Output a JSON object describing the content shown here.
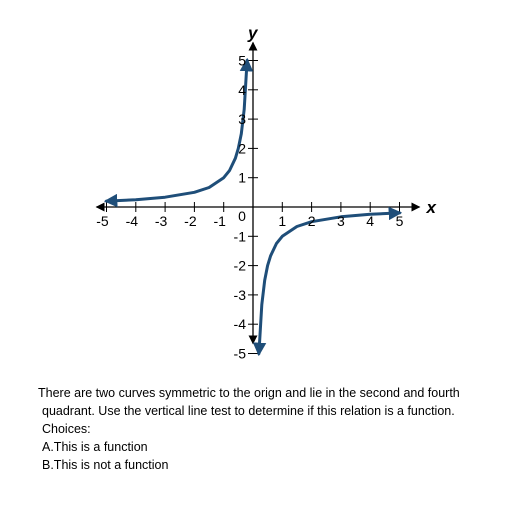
{
  "chart_data": {
    "type": "line",
    "xlabel": "x",
    "ylabel": "y",
    "xlim": [
      -5,
      5
    ],
    "ylim": [
      -5,
      5
    ],
    "x_ticks": [
      "-5",
      "-4",
      "-3",
      "-2",
      "-1",
      "1",
      "2",
      "3",
      "4",
      "5"
    ],
    "y_ticks": [
      "5",
      "4",
      "3",
      "2",
      "1",
      "-1",
      "-2",
      "-3",
      "-4",
      "-5"
    ],
    "origin_label": "0",
    "grid": false,
    "curve_color": "#1f4e79",
    "axis_color": "#000000",
    "series": [
      {
        "x": [
          -5.0,
          -4.0,
          -3.0,
          -2.0,
          -1.5,
          -1.0,
          -0.8,
          -0.6,
          -0.5,
          -0.4,
          -0.3,
          -0.2
        ],
        "y": [
          0.2,
          0.25,
          0.333,
          0.5,
          0.667,
          1.0,
          1.25,
          1.667,
          2.0,
          2.5,
          3.333,
          5.0
        ]
      },
      {
        "x": [
          0.2,
          0.3,
          0.4,
          0.5,
          0.6,
          0.8,
          1.0,
          1.5,
          2.0,
          3.0,
          4.0,
          5.0
        ],
        "y": [
          -5.0,
          -3.333,
          -2.5,
          -2.0,
          -1.667,
          -1.25,
          -1.0,
          -0.667,
          -0.5,
          -0.333,
          -0.25,
          -0.2
        ]
      }
    ]
  },
  "question": {
    "line1": "There are two curves symmetric to the orign and lie in the second and fourth",
    "line2": "quadrant. Use the vertical line test to determine if this relation is a function.",
    "choices_label": "Choices:",
    "choice_a": "A.This is a function",
    "choice_b": "B.This is not a function"
  }
}
